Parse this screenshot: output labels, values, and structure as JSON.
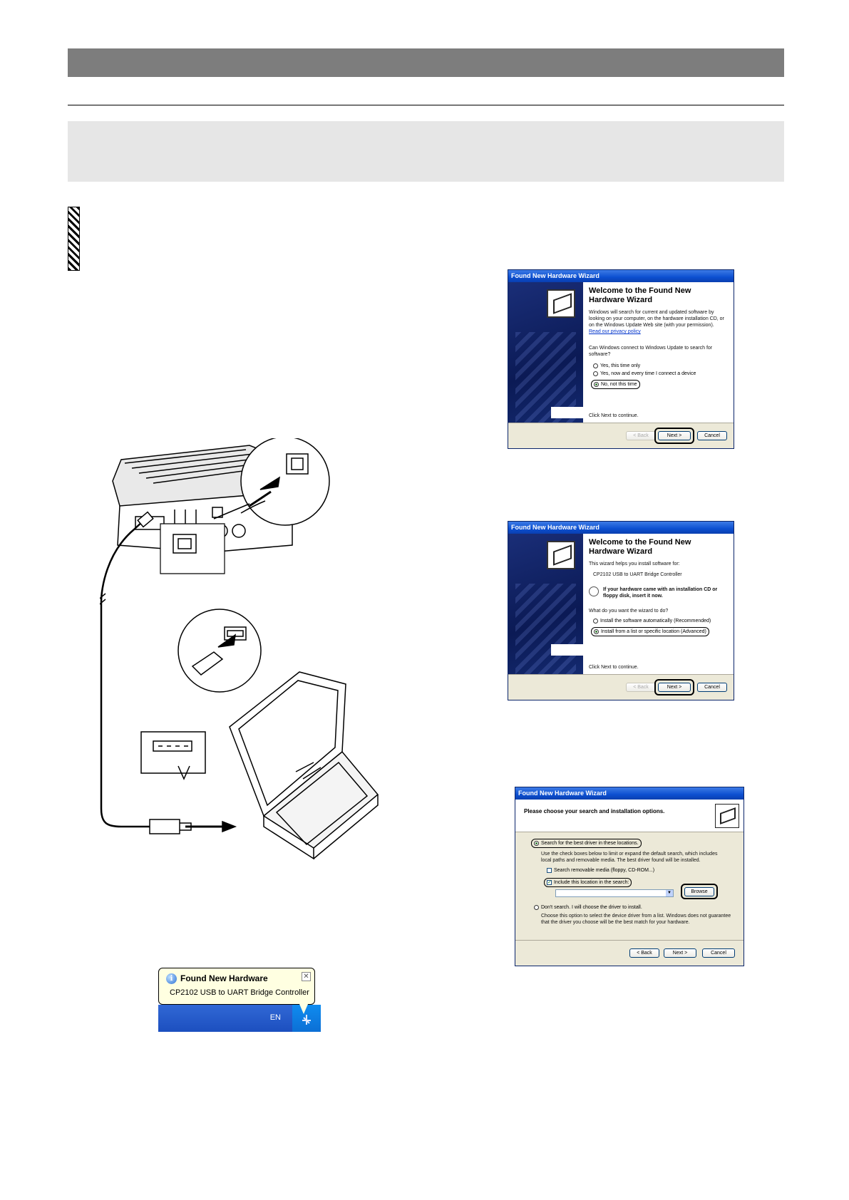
{
  "wizard1": {
    "title": "Found New Hardware Wizard",
    "heading": "Welcome to the Found New Hardware Wizard",
    "intro": "Windows will search for current and updated software by looking on your computer, on the hardware installation CD, or on the Windows Update Web site (with your permission).",
    "privacy_link": "Read our privacy policy",
    "question": "Can Windows connect to Windows Update to search for software?",
    "options": [
      "Yes, this time only",
      "Yes, now and every time I connect a device",
      "No, not this time"
    ],
    "selected_index": 2,
    "footer_text": "Click Next to continue.",
    "back_button": "< Back",
    "next_button": "Next >",
    "cancel_button": "Cancel"
  },
  "wizard2": {
    "title": "Found New Hardware Wizard",
    "heading": "Welcome to the Found New Hardware Wizard",
    "intro": "This wizard helps you install software for:",
    "device": "CP2102 USB to UART Bridge Controller",
    "cd_note": "If your hardware came with an installation CD or floppy disk, insert it now.",
    "question": "What do you want the wizard to do?",
    "options": [
      "Install the software automatically (Recommended)",
      "Install from a list or specific location (Advanced)"
    ],
    "selected_index": 1,
    "footer_text": "Click Next to continue.",
    "back_button": "< Back",
    "next_button": "Next >",
    "cancel_button": "Cancel"
  },
  "wizard3": {
    "title": "Found New Hardware Wizard",
    "heading": "Please choose your search and installation options.",
    "option_search": "Search for the best driver in these locations.",
    "search_desc": "Use the check boxes below to limit or expand the default search, which includes local paths and removable media. The best driver found will be installed.",
    "check_removable": "Search removable media (floppy, CD-ROM...)",
    "check_include": "Include this location in the search:",
    "browse_button": "Browse",
    "option_dont": "Don't search. I will choose the driver to install.",
    "dont_desc": "Choose this option to select the device driver from a list. Windows does not guarantee that the driver you choose will be the best match for your hardware.",
    "back_button": "< Back",
    "next_button": "Next >",
    "cancel_button": "Cancel"
  },
  "notification": {
    "title": "Found New Hardware",
    "message": "CP2102 USB to UART Bridge Controller",
    "language": "EN"
  },
  "icons": [
    "usb-icon",
    "info-icon",
    "close-icon",
    "radio-icon",
    "laptop-icon",
    "transceiver-icon"
  ]
}
